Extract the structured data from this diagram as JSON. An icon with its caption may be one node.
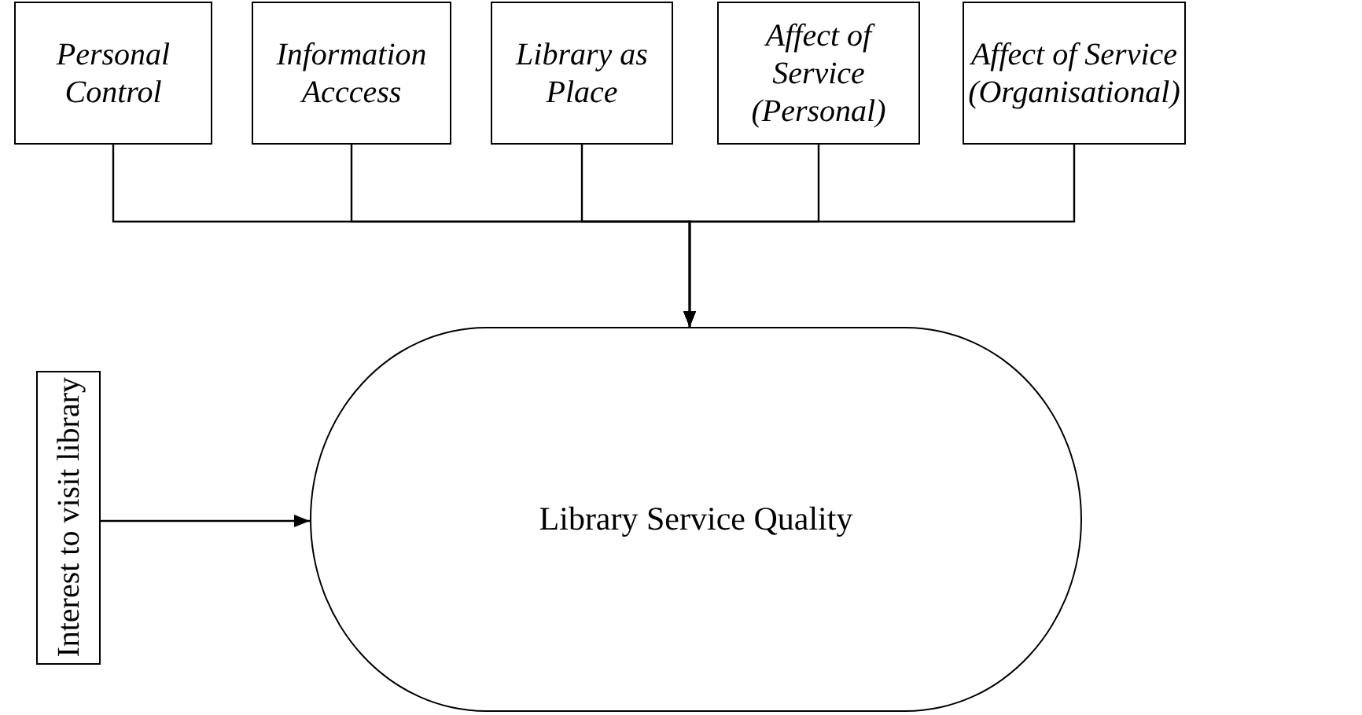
{
  "diagram": {
    "nodes": [
      {
        "text": [
          "Personal Control"
        ]
      },
      {
        "text": [
          "Information Acccess"
        ]
      },
      {
        "text": [
          "Library as Place"
        ]
      },
      {
        "text": [
          "Affect of Service (Personal)"
        ]
      },
      {
        "text": [
          "Affect of Service (Organisational)"
        ]
      },
      {
        "text": [
          "Interest to visit library"
        ]
      },
      {
        "text": [
          "Library Service Quality"
        ]
      }
    ],
    "edges": [
      {
        "from": 0,
        "to": 6,
        "arrow": "to"
      },
      {
        "from": 1,
        "to": 6,
        "arrow": "to"
      },
      {
        "from": 2,
        "to": 6,
        "arrow": "to"
      },
      {
        "from": 3,
        "to": 6,
        "arrow": "to"
      },
      {
        "from": 4,
        "to": 6,
        "arrow": "to"
      },
      {
        "from": 5,
        "to": 6,
        "arrow": "to"
      }
    ]
  }
}
